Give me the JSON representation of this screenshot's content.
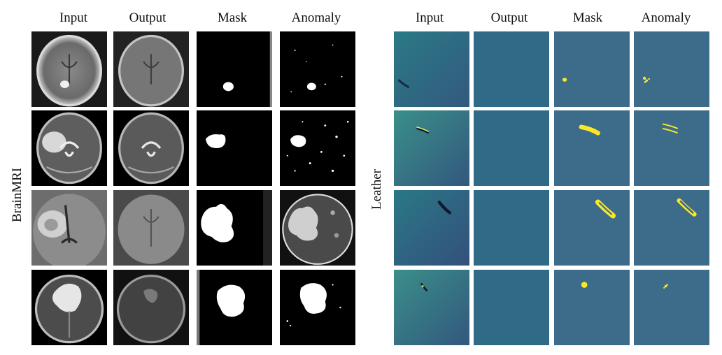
{
  "left_panel": {
    "row_label": "BrainMRI",
    "columns": [
      "Input",
      "Output",
      "Mask",
      "Anomaly"
    ]
  },
  "right_panel": {
    "row_label": "Leather",
    "columns": [
      "Input",
      "Output",
      "Mask",
      "Anomaly"
    ]
  },
  "colors": {
    "mri_background": "#000000",
    "mask_foreground": "#ffffff",
    "leather_background": "#3d6c8a",
    "leather_texture": "#2f6a86",
    "leather_highlight": "#fde725"
  }
}
